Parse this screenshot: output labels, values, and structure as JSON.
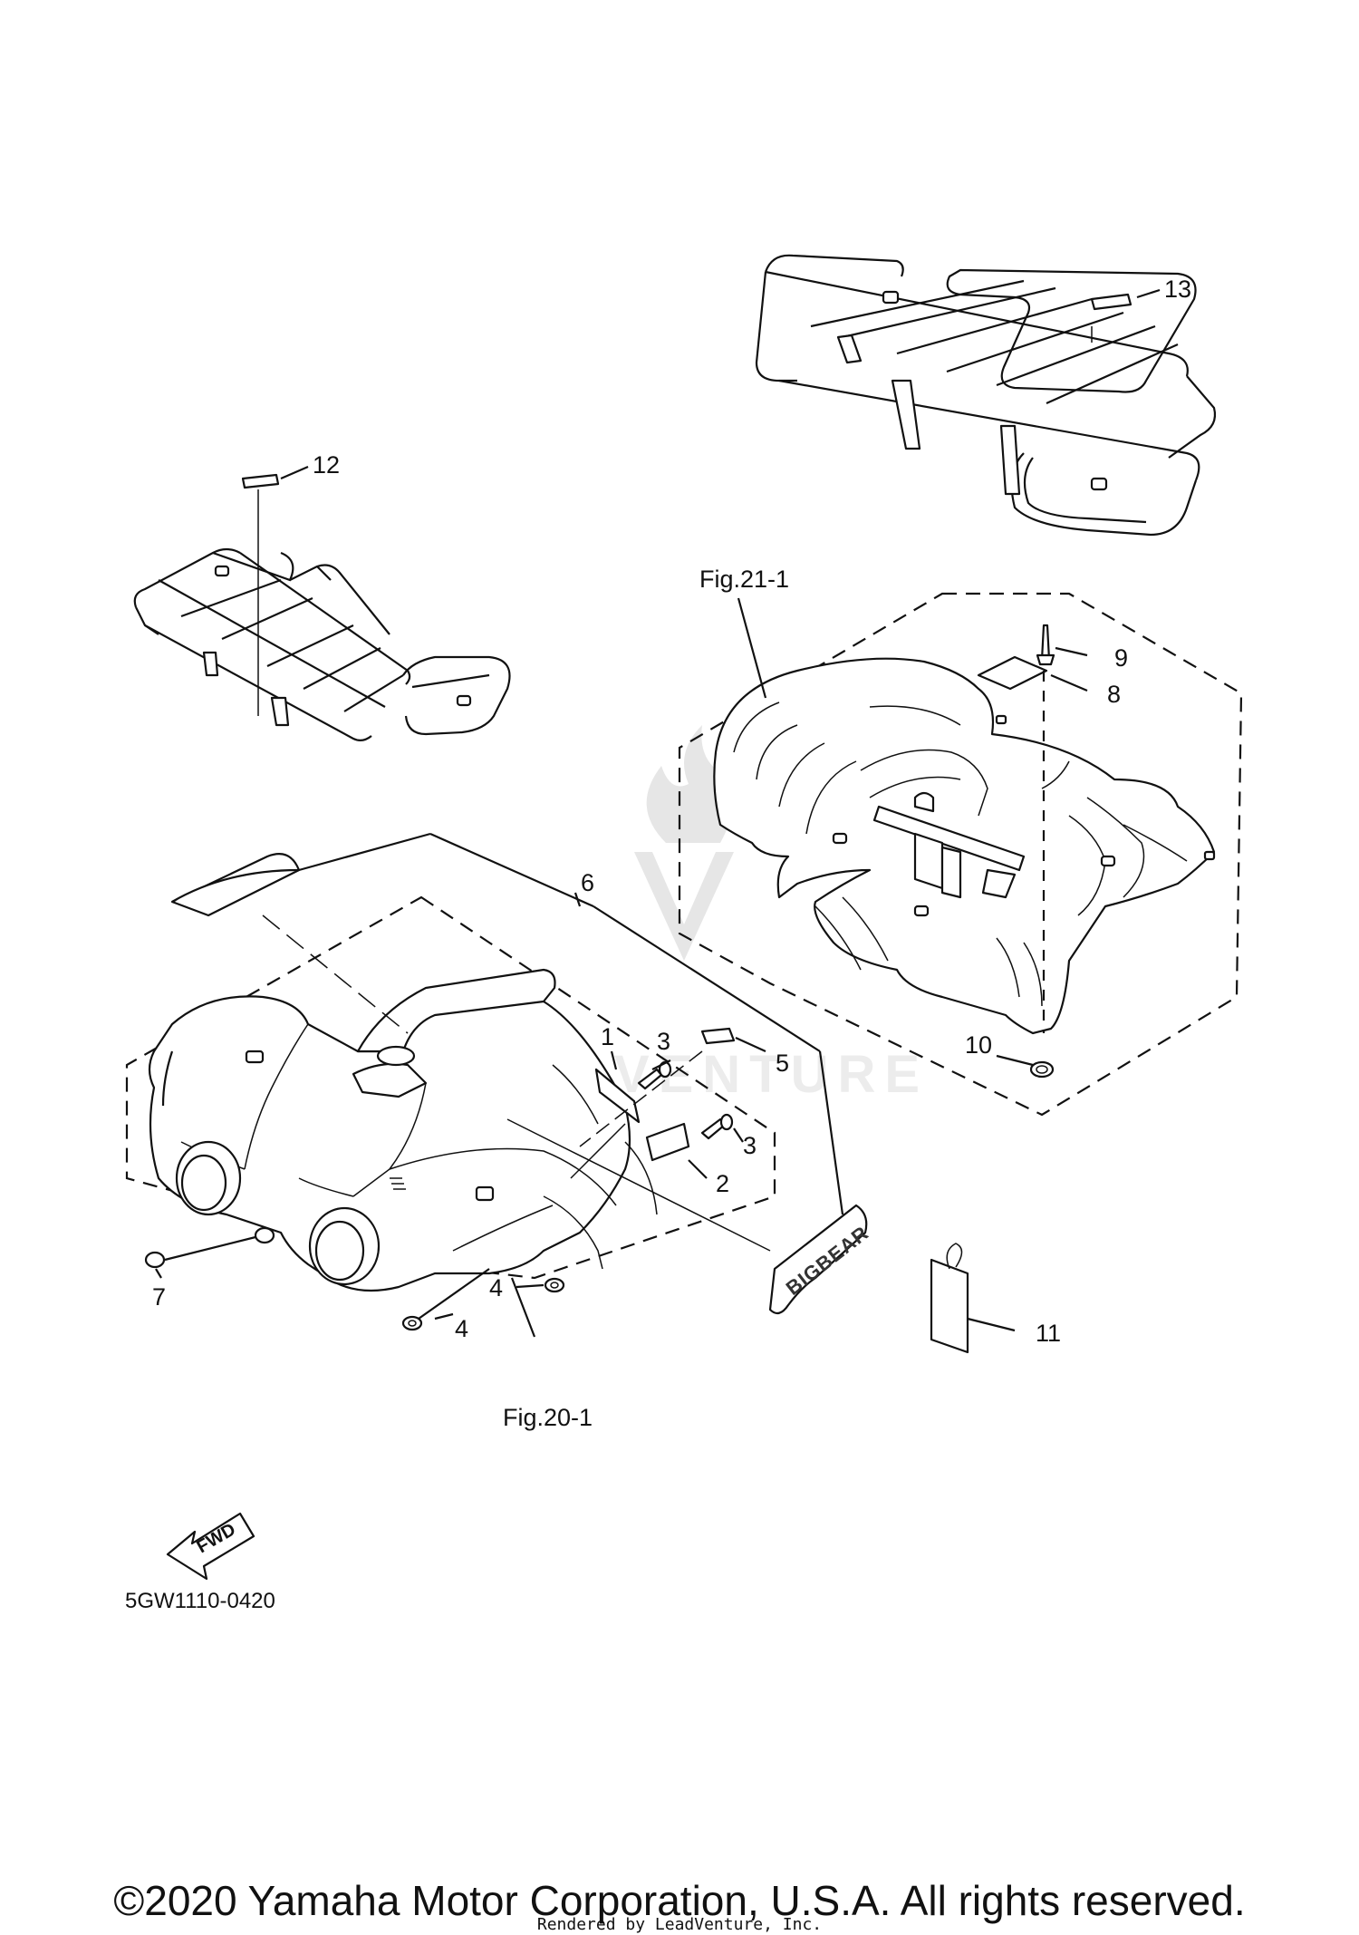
{
  "callouts": {
    "c1": "1",
    "c2": "2",
    "c3a": "3",
    "c3b": "3",
    "c4a": "4",
    "c4b": "4",
    "c5": "5",
    "c6": "6",
    "c7": "7",
    "c8": "8",
    "c9": "9",
    "c10": "10",
    "c11": "11",
    "c12": "12",
    "c13": "13"
  },
  "figure_refs": {
    "rear": "Fig.21-1",
    "front": "Fig.20-1"
  },
  "fwd_label": "FWD",
  "emblem_text": "BIGBEAR",
  "diagram_code": "5GW1110-0420",
  "watermark": "LEADVENTURE",
  "copyright": "©2020 Yamaha Motor Corporation, U.S.A. All rights reserved.",
  "rendered_by": "Rendered by LeadVenture, Inc."
}
